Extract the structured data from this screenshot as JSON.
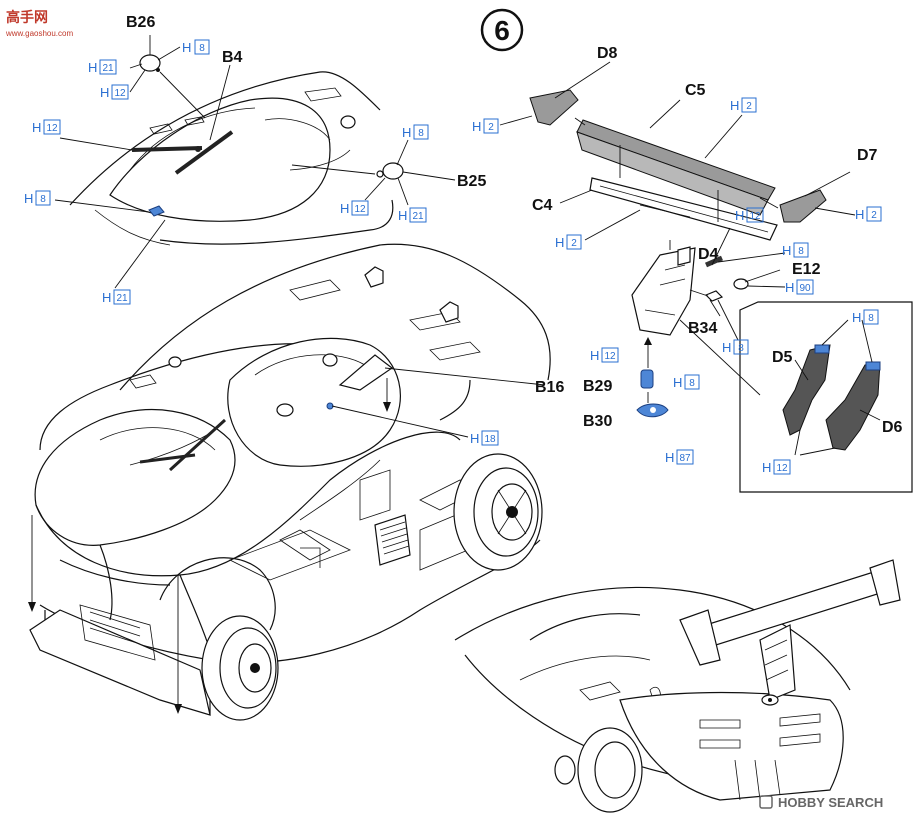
{
  "step": {
    "number": "6"
  },
  "site_logo": {
    "text": "高手网",
    "sub": "www.gaoshou.com"
  },
  "watermark": {
    "text": "HOBBY SEARCH"
  },
  "colors": {
    "callout_blue": "#2a6fd1",
    "part_blue": "#4d86d6",
    "ink": "#111111"
  },
  "parts": {
    "B26": "B26",
    "B4": "B4",
    "B25": "B25",
    "B16": "B16",
    "D8": "D8",
    "C5": "C5",
    "D7": "D7",
    "C4": "C4",
    "D4": "D4",
    "E12": "E12",
    "B34": "B34",
    "B29": "B29",
    "B30": "B30",
    "D5": "D5",
    "D6": "D6"
  },
  "color_codes": {
    "h_prefix": "H",
    "c8a": "8",
    "c21a": "21",
    "c12a": "12",
    "c12b": "12",
    "c8b": "8",
    "c12c": "12",
    "c21b": "21",
    "c8c": "8",
    "c21c": "21",
    "c2a": "2",
    "c2b": "2",
    "c2c": "2",
    "c2d": "2",
    "c12d": "12",
    "c8d": "8",
    "c90": "90",
    "c8e": "8",
    "c12e": "12",
    "c8f": "8",
    "c87": "87",
    "c18": "18",
    "c8g": "8",
    "c12f": "12"
  }
}
